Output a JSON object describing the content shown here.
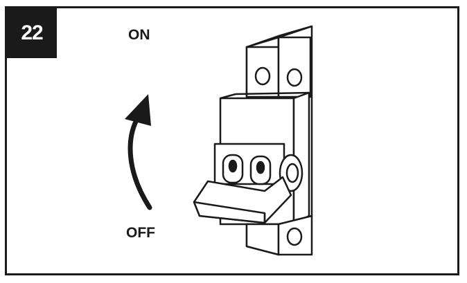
{
  "step": {
    "number": "22"
  },
  "labels": {
    "on": "ON",
    "off": "OFF"
  },
  "colors": {
    "ink": "#1a1a1a",
    "paper": "#ffffff"
  },
  "icons": [
    "arrow-up-curved-icon",
    "circuit-breaker-icon"
  ]
}
